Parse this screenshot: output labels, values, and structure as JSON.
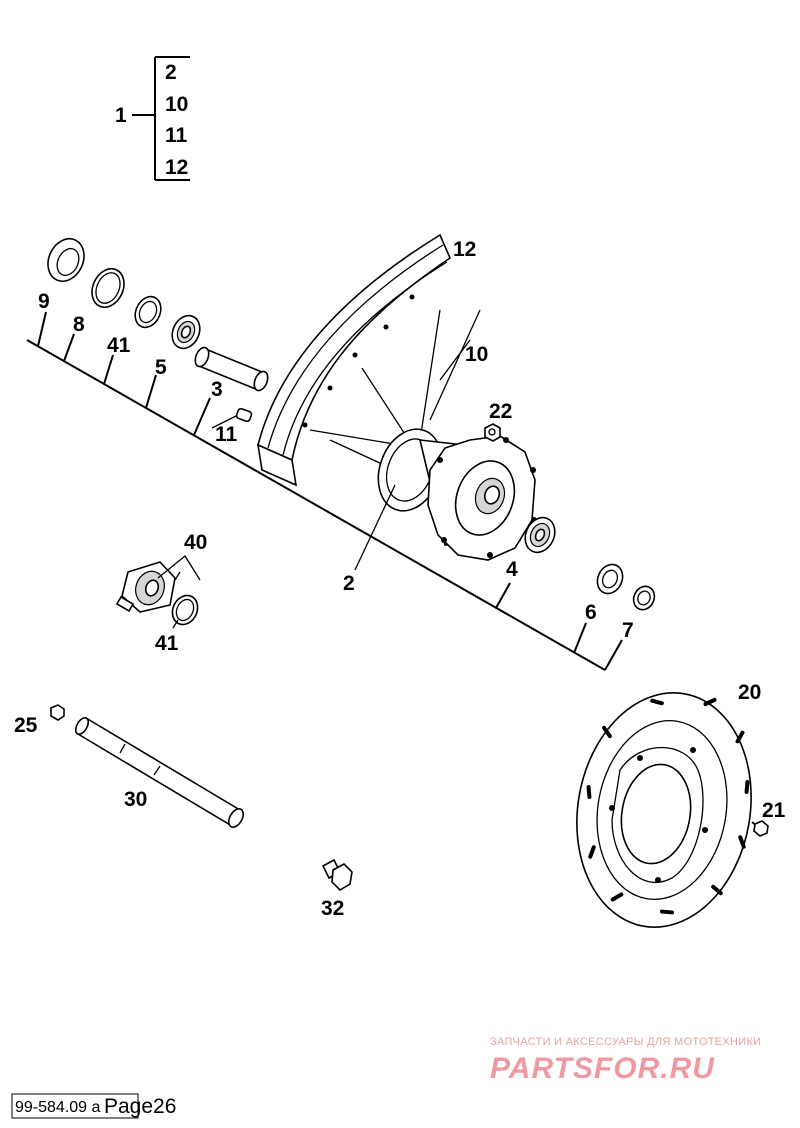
{
  "callouts": {
    "n1": "1",
    "n2": "2",
    "n3": "3",
    "n4": "4",
    "n5": "5",
    "n6": "6",
    "n7": "7",
    "n8": "8",
    "n9": "9",
    "n10": "10",
    "n11": "11",
    "n12": "12",
    "n20": "20",
    "n21": "21",
    "n22": "22",
    "n25": "25",
    "n30": "30",
    "n32": "32",
    "n40": "40",
    "n41": "41"
  },
  "assembly_group": {
    "label": "1",
    "members": [
      "2",
      "10",
      "11",
      "12"
    ]
  },
  "footer": {
    "code": "99-584.09 a",
    "page": "Page26"
  },
  "watermark": {
    "tagline": "ЗАПЧАСТИ И АКСЕССУАРЫ ДЛЯ МОТОТЕХНИКИ",
    "brand": "PARTSFOR.RU"
  },
  "colors": {
    "line": "#000000",
    "background": "#ffffff",
    "watermark": "#ee9aa0"
  }
}
